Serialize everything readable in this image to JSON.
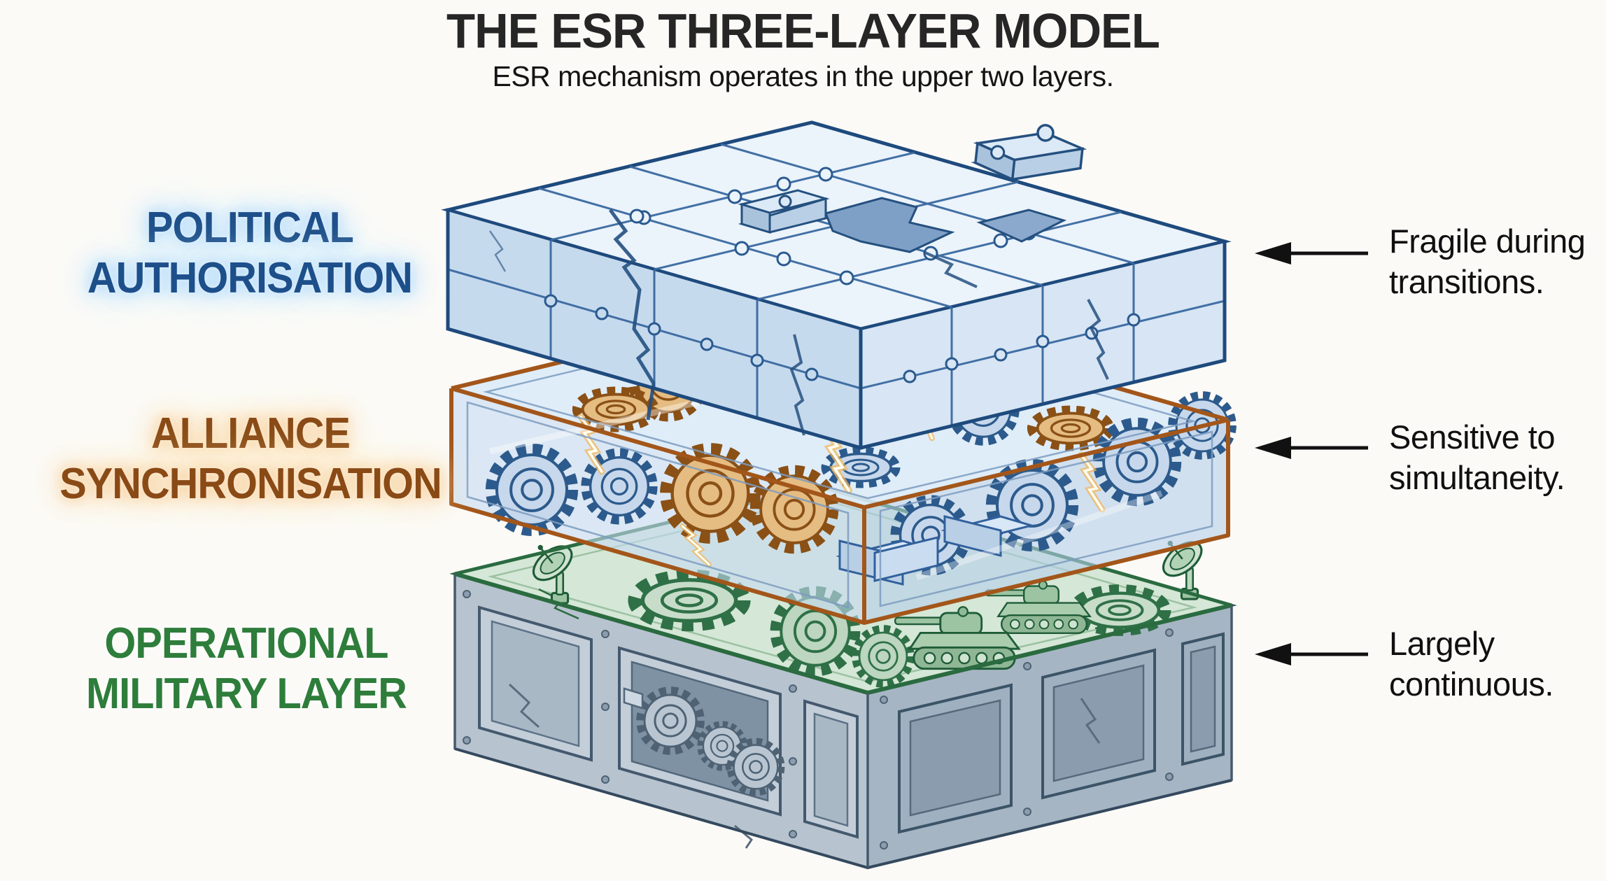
{
  "header": {
    "title": "THE ESR THREE-LAYER MODEL",
    "subtitle": "ESR mechanism operates in the upper two layers."
  },
  "layers": [
    {
      "name": "political-authorisation",
      "label_line1": "POLITICAL",
      "label_line2": "AUTHORISATION",
      "label_color": "#1d4f8a",
      "glow_color": "#abd6f7",
      "annotation_line1": "Fragile during",
      "annotation_line2": "transitions.",
      "motif": "cracked-puzzle-slab"
    },
    {
      "name": "alliance-synchronisation",
      "label_line1": "ALLIANCE",
      "label_line2": "SYNCHRONISATION",
      "label_color": "#8a4a15",
      "glow_color": "#f4cd9a",
      "annotation_line1": "Sensitive to",
      "annotation_line2": "simultaneity.",
      "motif": "transparent-gear-case"
    },
    {
      "name": "operational-military-layer",
      "label_line1": "OPERATIONAL",
      "label_line2": "MILITARY LAYER",
      "label_color": "#2e7d3b",
      "glow_color": "#ffffff",
      "annotation_line1": "Largely",
      "annotation_line2": "continuous.",
      "motif": "armored-base-with-tanks"
    }
  ],
  "colors": {
    "background": "#fbfaf7",
    "arrow": "#111111",
    "puzzle_outline": "#1e4a7d",
    "puzzle_fill": "#ebf3fb",
    "case_edge_orange": "#a3561a",
    "gear_tan": "#e5bc82",
    "gear_blue": "#c7d8ec",
    "base_green_top": "#d5e7d6",
    "base_green_outline": "#245f38",
    "base_gray_left": "#b7c3ce",
    "base_gray_right": "#a6b5c3"
  }
}
